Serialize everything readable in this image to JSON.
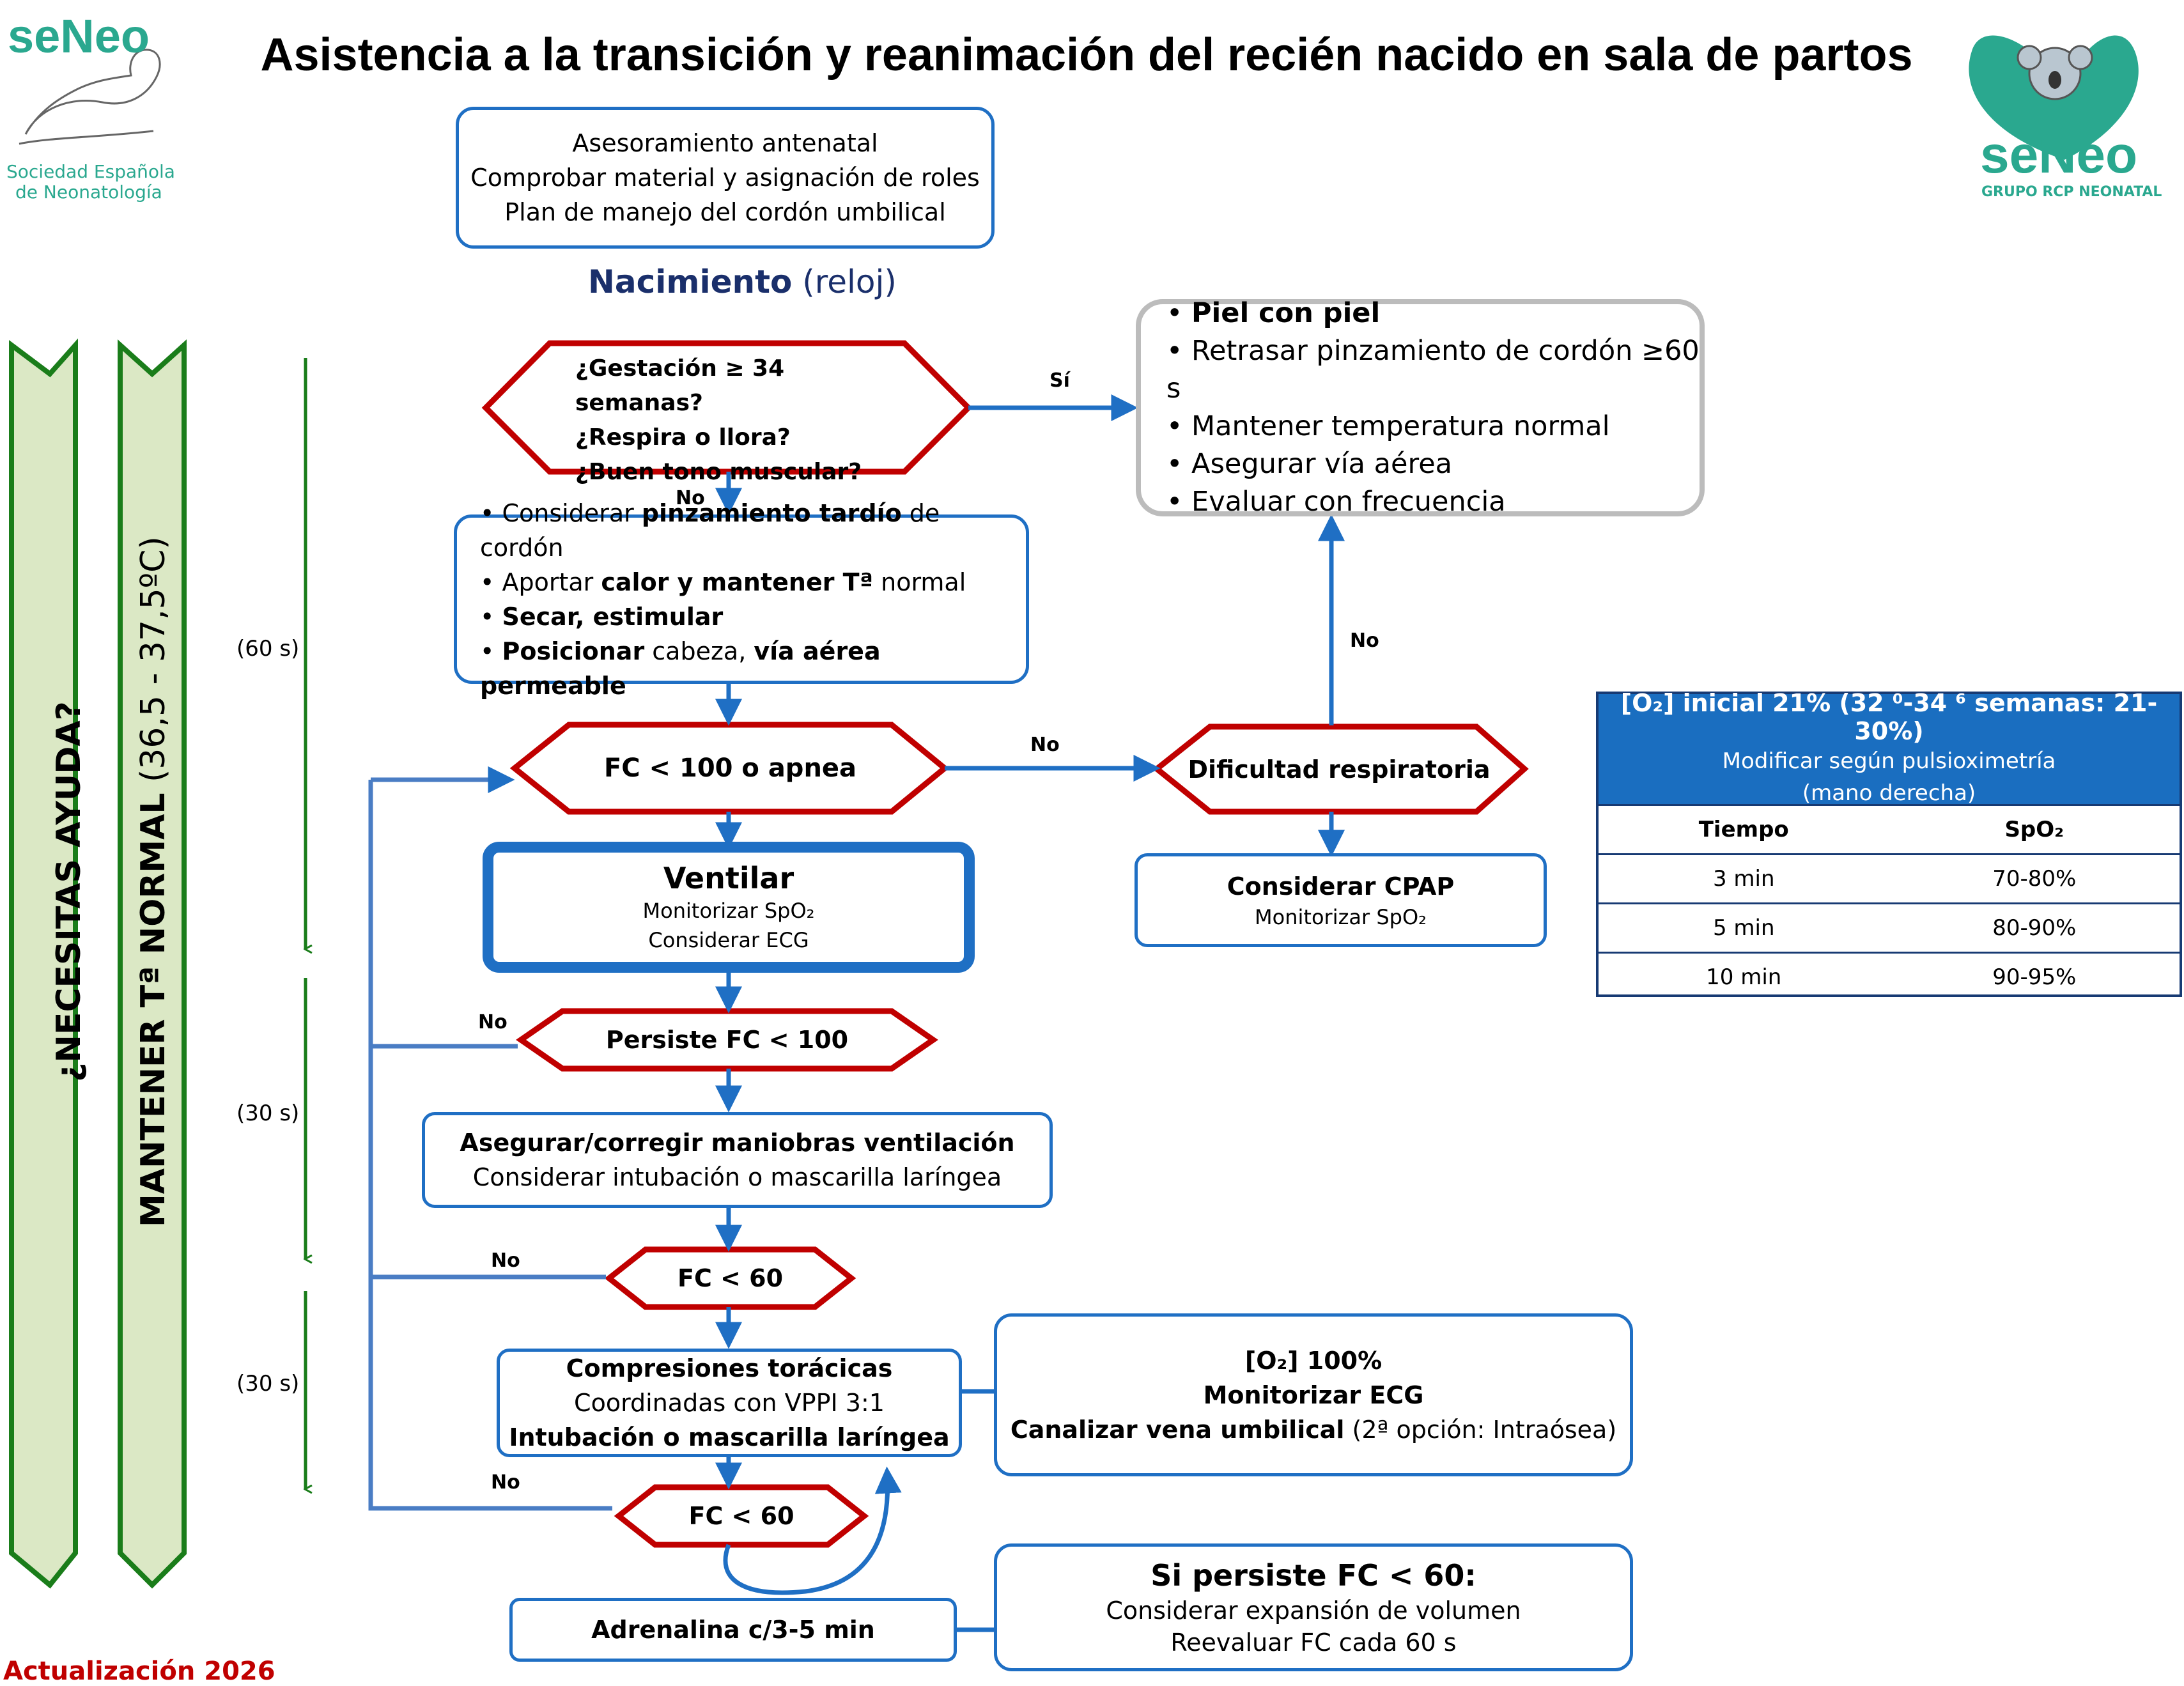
{
  "header": {
    "title": "Asistencia a la transición y reanimación del recién nacido en sala de partos",
    "logo_left": {
      "brand": "seNeo",
      "line1": "Sociedad Española",
      "line2": "de Neonatología"
    },
    "logo_right": {
      "brand": "seNeo",
      "subtitle": "GRUPO RCP NEONATAL"
    }
  },
  "colors": {
    "blue": "#1f6fc4",
    "red": "#c00000",
    "green": "#1a7d1a",
    "green_fill": "#dbe8c5",
    "navy": "#1a2f6b",
    "teal": "#2aa88f",
    "footer_red": "#c00000"
  },
  "antenatal": {
    "line1": "Asesoramiento antenatal",
    "line2": "Comprobar material y asignación de roles",
    "line3": "Plan de manejo del cordón umbilical"
  },
  "birth": {
    "bold": "Nacimiento",
    "rest": "(reloj)"
  },
  "q1": {
    "line1": "¿Gestación  ≥ 34 semanas?",
    "line2": "¿Respira o llora?",
    "line3": "¿Buen tono muscular?"
  },
  "labels": {
    "si": "Sí",
    "no": "No"
  },
  "routine": {
    "b1": "Piel con piel",
    "b2": "Retrasar pinzamiento de cordón ≥60 s",
    "b3": "Mantener temperatura normal",
    "b4": "Asegurar vía aérea",
    "b5": "Evaluar con frecuencia"
  },
  "initial": {
    "l1a": "Considerar ",
    "l1b": "pinzamiento tardío",
    "l1c": " de cordón",
    "l2a": "Aportar ",
    "l2b": "calor y mantener Tª",
    "l2c": " normal",
    "l3": "Secar, estimular",
    "l4a": "Posicionar",
    "l4b": " cabeza, ",
    "l4c": "vía aérea permeable"
  },
  "fc_apnea": "FC < 100 o apnea",
  "resp": "Dificultad respiratoria",
  "cpap": {
    "title": "Considerar CPAP",
    "sub": "Monitorizar SpO₂"
  },
  "ventilar": {
    "title": "Ventilar",
    "sub1": "Monitorizar SpO₂",
    "sub2": "Considerar ECG"
  },
  "persiste": "Persiste FC < 100",
  "asegurar": {
    "title": "Asegurar/corregir maniobras ventilación",
    "sub": "Considerar  intubación o mascarilla laríngea"
  },
  "fc60a": "FC < 60",
  "compresiones": {
    "title": "Compresiones torácicas",
    "sub": "Coordinadas con VPPI 3:1",
    "bold": "Intubación o mascarilla laríngea"
  },
  "o2box": {
    "l1": "[O₂] 100%",
    "l2": "Monitorizar ECG",
    "l3a": "Canalizar vena umbilical",
    "l3b": " (2ª opción: Intraósea)"
  },
  "fc60b": "FC < 60",
  "adrenalina": "Adrenalina c/3-5 min",
  "persiste60": {
    "title": "Si persiste FC < 60:",
    "l1": "Considerar expansión de volumen",
    "l2": "Reevaluar FC cada 60 s"
  },
  "times": {
    "t1": "(60 s)",
    "t2": "(30 s)",
    "t3": "(30 s)"
  },
  "side": {
    "help": "¿NECESITAS AYUDA?",
    "temp_bold": "MANTENER  Tª  NORMAL",
    "temp_rest": " (36,5 - 37,5ºC)"
  },
  "o2_table": {
    "head1": "[O₂] inicial 21% (32 ⁰-34 ⁶ semanas: 21-30%)",
    "head2": "Modificar según pulsioximetría",
    "head3": "(mano derecha)",
    "col1": "Tiempo",
    "col2": "SpO₂",
    "rows": [
      [
        "3 min",
        "70-80%"
      ],
      [
        "5 min",
        "80-90%"
      ],
      [
        "10 min",
        "90-95%"
      ]
    ]
  },
  "footer": "Actualización 2026"
}
